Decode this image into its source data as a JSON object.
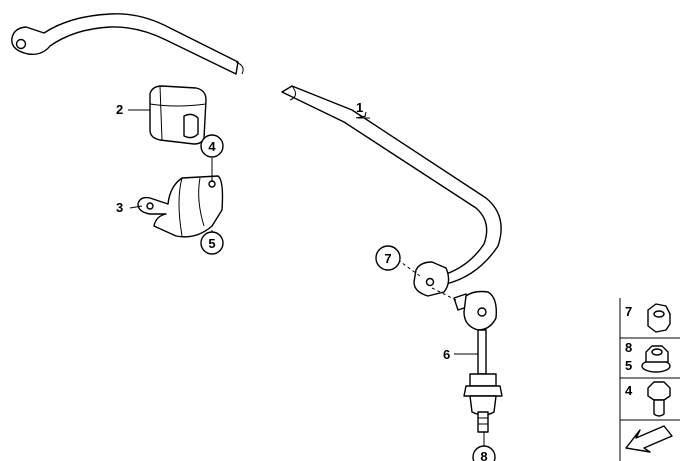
{
  "callouts": [
    {
      "id": "c1",
      "label": "1"
    },
    {
      "id": "c2",
      "label": "2"
    },
    {
      "id": "c3",
      "label": "3"
    },
    {
      "id": "c4",
      "label": "4"
    },
    {
      "id": "c5",
      "label": "5"
    },
    {
      "id": "c6",
      "label": "6"
    },
    {
      "id": "c7",
      "label": "7"
    },
    {
      "id": "c8",
      "label": "8"
    }
  ],
  "legend": {
    "rows": [
      {
        "labels": [
          "7"
        ],
        "icon": "hex-nut-icon"
      },
      {
        "labels": [
          "8",
          "5"
        ],
        "icon": "flange-nut-icon"
      },
      {
        "labels": [
          "4"
        ],
        "icon": "hex-bolt-icon"
      }
    ],
    "footer_icon": "direction-arrow-icon"
  }
}
